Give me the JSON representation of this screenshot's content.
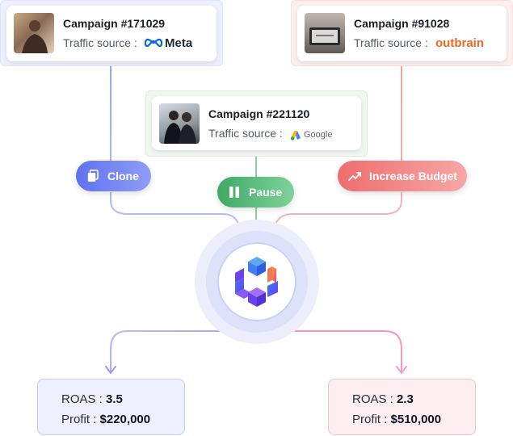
{
  "campaigns": [
    {
      "title": "Campaign #171029",
      "source_label": "Traffic source :",
      "source_name": "Meta"
    },
    {
      "title": "Campaign #91028",
      "source_label": "Traffic source :",
      "source_name": "outbrain"
    },
    {
      "title": "Campaign #221120",
      "source_label": "Traffic source :",
      "source_name": "Google"
    }
  ],
  "actions": {
    "clone": "Clone",
    "pause": "Pause",
    "increase_budget": "Increase Budget"
  },
  "results": [
    {
      "roas_label": "ROAS :",
      "roas_value": "3.5",
      "profit_label": "Profit :",
      "profit_value": "$220,000"
    },
    {
      "roas_label": "ROAS :",
      "roas_value": "2.3",
      "profit_label": "Profit :",
      "profit_value": "$510,000"
    }
  ],
  "colors": {
    "clone": "#6f7ff2",
    "pause": "#5cc27c",
    "increase_budget": "#f28686",
    "hub_ring": "#e4e6fb",
    "meta_blue": "#0668e1",
    "outbrain_orange": "#f26722"
  },
  "icons": {
    "clone": "copy-icon",
    "pause": "pause-icon",
    "increase_budget": "trending-up-icon",
    "hub": "hexagon-cubes-logo"
  }
}
